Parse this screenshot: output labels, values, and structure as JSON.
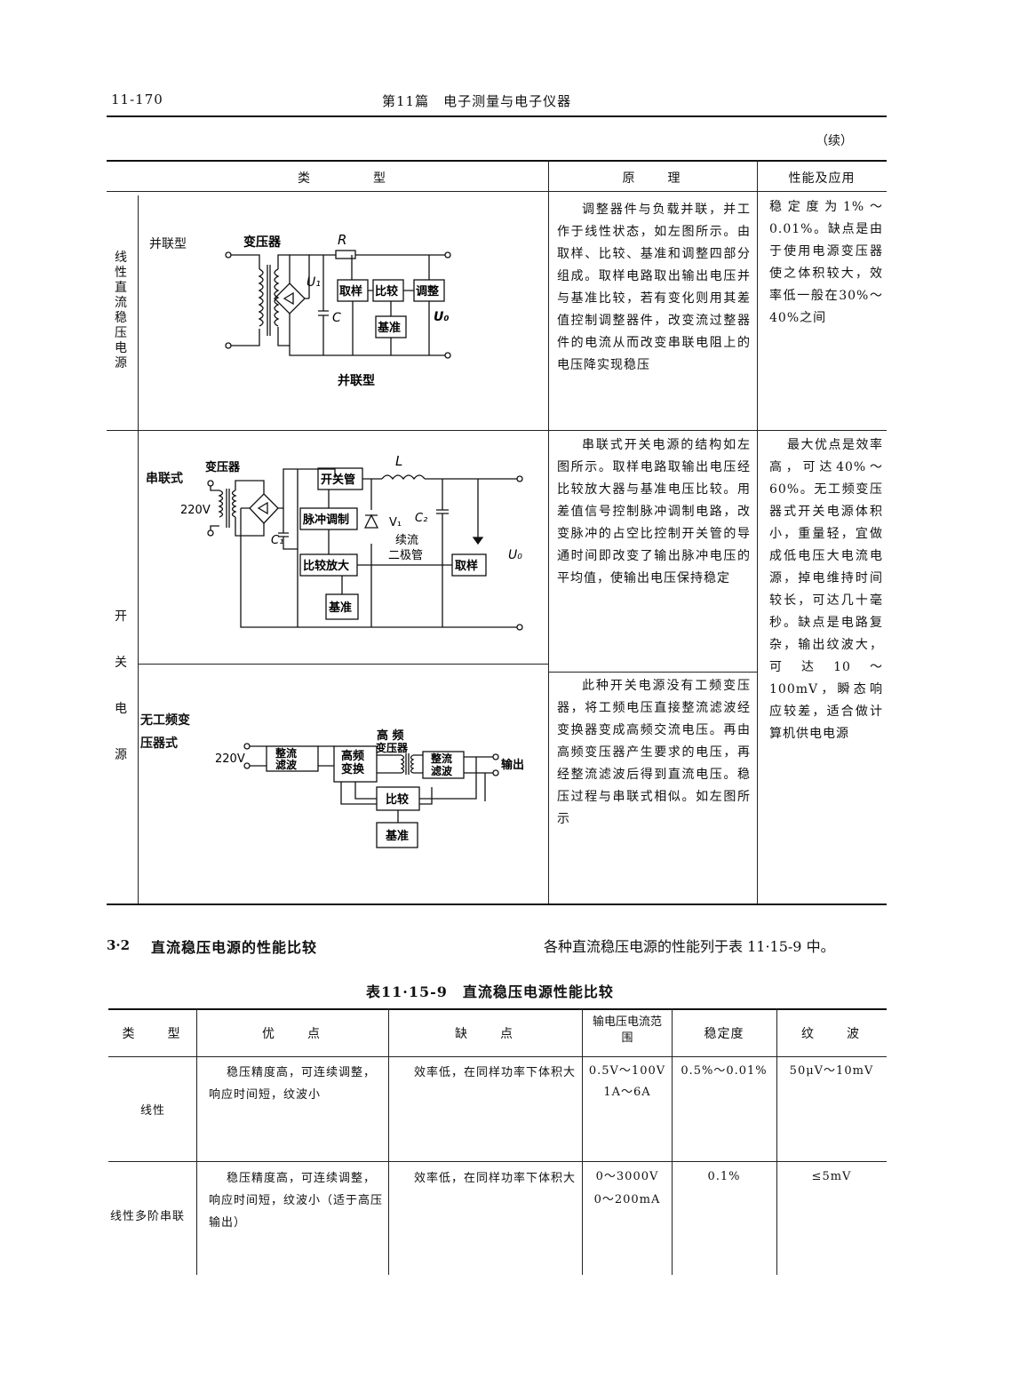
{
  "header": {
    "page_number": "11-170",
    "chapter_title": "第11篇　电子测量与电子仪器",
    "continued": "（续）"
  },
  "table1": {
    "columns": [
      "类　　　　型",
      "原　　理",
      "性能及应用"
    ],
    "linear_group_label": "线性直流稳压电源",
    "switch_group_label": "开关电源",
    "rows": {
      "parallel": {
        "label": "并联型",
        "principle": "调整器件与负载并联，并工作于线性状态，如左图所示。由取样、比较、基准和调整四部分组成。取样电路取出输出电压并与基准比较，若有变化则用其差值控制调整器件，改变流过整器件的电流从而改变串联电阻上的电压降实现稳压",
        "performance": "稳定度为1%～0.01%。缺点是由于使用电源变压器使之体积较大，效率低一般在30%～40%之间",
        "diagram": {
          "transformer": "变压器",
          "resistor": "R",
          "u1": "U₁",
          "cap": "C",
          "sample": "取样",
          "compare": "比较",
          "adjust": "调整",
          "reference": "基准",
          "output": "U₀",
          "caption": "并联型"
        }
      },
      "series": {
        "label": "串联式",
        "principle": "串联式开关电源的结构如左图所示。取样电路取输出电压经比较放大器与基准电压比较。用差值信号控制脉冲调制电路，改变脉冲的占空比控制开关管的导通时间即改变了输出脉冲电压的平均值，使输出电压保持稳定",
        "diagram": {
          "transformer": "变压器",
          "input": "220V",
          "switch": "开关管",
          "pwm": "脉冲调制",
          "amp": "比较放大",
          "reference": "基准",
          "inductor": "L",
          "diode": "V₁",
          "c1": "C₁",
          "c2": "C₂",
          "diode_label_1": "续流",
          "diode_label_2": "二极管",
          "sample": "取样",
          "output": "U₀"
        }
      },
      "no_transformer": {
        "label": "无工频变压器式",
        "principle": "此种开关电源没有工频变压器，将工频电压直接整流滤波经变换器变成高频交流电压。再由高频变压器产生要求的电压，再经整流滤波后得到直流电压。稳压过程与串联式相似。如左图所示",
        "diagram": {
          "input": "220V",
          "rect1_a": "整流",
          "rect1_b": "滤波",
          "hf_a": "高频",
          "hf_b": "变换",
          "hft_a": "高 频",
          "hft_b": "变压器",
          "rect2_a": "整流",
          "rect2_b": "滤波",
          "output": "输出",
          "compare": "比较",
          "reference": "基准"
        }
      }
    },
    "switch_performance": "最大优点是效率高，可达40%～60%。无工频变压器式开关电源体积小，重量轻，宜做成低电压大电流电源，掉电维持时间较长，可达几十毫秒。缺点是电路复杂，输出纹波大，可达10～100mV，瞬态响应较差，适合做计算机供电电源"
  },
  "section": {
    "number": "3·2",
    "title": "直流稳压电源的性能比较",
    "intro": "各种直流稳压电源的性能列于表 11·15-9 中。"
  },
  "table2": {
    "title": "表11·15-9　直流稳压电源性能比较",
    "headers": [
      "类　　型",
      "优　　点",
      "缺　　点",
      "输电压电流范围",
      "稳定度",
      "纹　　波"
    ],
    "rows": [
      {
        "type": "线性",
        "pros": "稳压精度高，可连续调整，响应时间短，纹波小",
        "cons": "效率低，在同样功率下体积大",
        "range_1": "0.5V～100V",
        "range_2": "1A～6A",
        "stability": "0.5%～0.01%",
        "ripple": "50μV～10mV"
      },
      {
        "type": "线性多阶串联",
        "pros": "稳压精度高，可连续调整，响应时间短，纹波小（适于高压输出）",
        "cons": "效率低，在同样功率下体积大",
        "range_1": "0～3000V",
        "range_2": "0～200mA",
        "stability": "0.1%",
        "ripple": "≤5mV"
      }
    ]
  }
}
